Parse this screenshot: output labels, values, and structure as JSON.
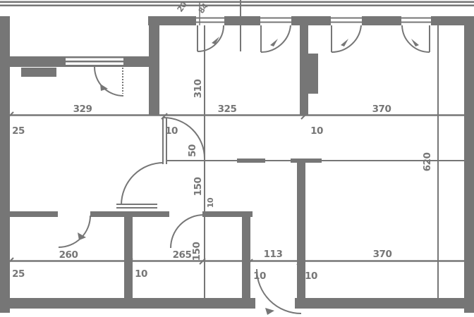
{
  "plan": {
    "ink_color": "#767676",
    "background_color": "#ffffff",
    "labels": {
      "room1_width": "329",
      "room2_width": "325",
      "room3_width": "370",
      "wall_left_top": "25",
      "tick_door_top": "10",
      "tick_wall_mid_top": "10",
      "room4_width": "260",
      "room5_width": "265",
      "vestibule_width": "113",
      "room6_width": "370",
      "wall_left_bottom": "25",
      "tick_wall_b1": "10",
      "tick_wall_b2": "10",
      "tick_wall_b3": "10",
      "height_upper": "310",
      "door_width_small": "50",
      "door_width_hall": "150",
      "tick_wall_vertical": "10",
      "height_lower": "150",
      "overall_height": "620",
      "diag_dim_small": "20",
      "diag_dim_large": "84"
    }
  }
}
